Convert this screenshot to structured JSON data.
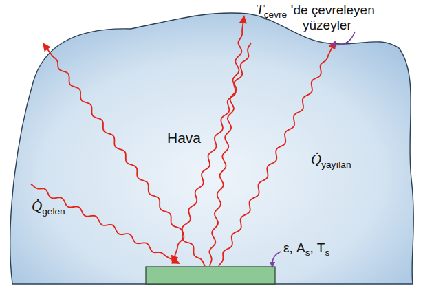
{
  "diagram": {
    "labels": [
      "T",
      "çevre",
      "'de çevreleyen",
      "yüzeyler",
      "Hava",
      "Q̇",
      "gelen",
      "Q̇",
      "yayılan",
      "ε, A",
      "s",
      ", T",
      "s"
    ]
  }
}
